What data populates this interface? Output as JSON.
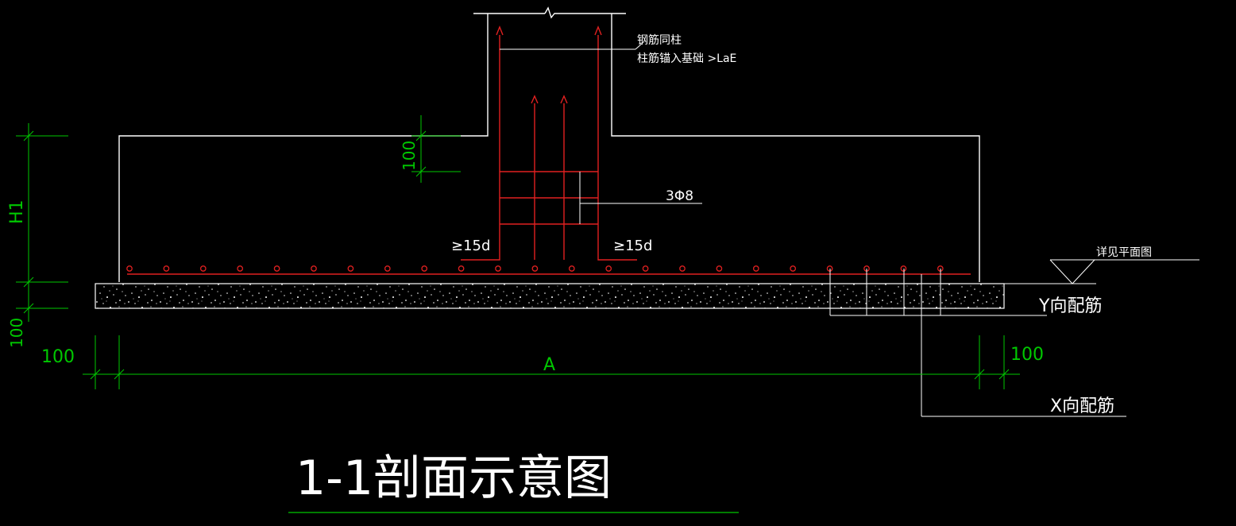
{
  "title": "1-1剖面示意图",
  "colors": {
    "background": "#000000",
    "outline": "#ffffff",
    "rebar": "#e02020",
    "dimension": "#00c800",
    "text": "#ffffff"
  },
  "annotations": {
    "column_note_line1": "钢筋同柱",
    "column_note_line2": "柱筋锚入基础 >LaE",
    "stirrup_label": "3Φ8",
    "hook_left": "≥15d",
    "hook_right": "≥15d",
    "plan_ref": "详见平面图",
    "y_rebar": "Y向配筋",
    "x_rebar": "X向配筋"
  },
  "dimensions": {
    "h1": "H1",
    "step_100": "100",
    "cushion_100": "100",
    "left_offset_100": "100",
    "right_offset_100": "100",
    "width_a": "A"
  }
}
